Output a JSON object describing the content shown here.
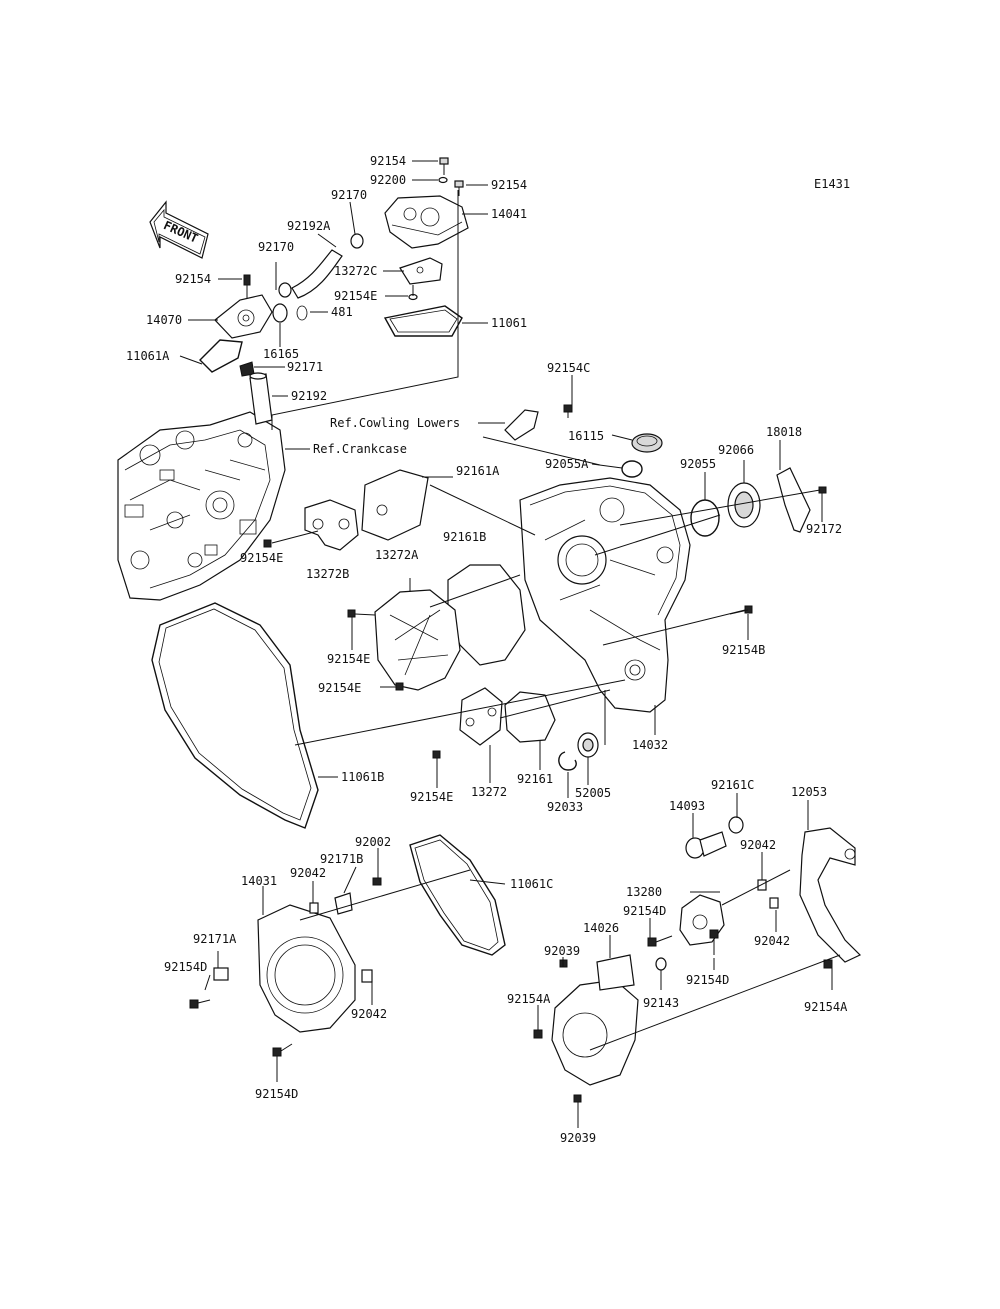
{
  "diagram_code": "E1431",
  "front_label": "FRONT",
  "labels": {
    "p92154_top": "92154",
    "p92200": "92200",
    "p92154_b": "92154",
    "p92170_a": "92170",
    "p14041": "14041",
    "p92192A": "92192A",
    "p92170_b": "92170",
    "p13272C": "13272C",
    "p92154_l": "92154",
    "p92154E_a": "92154E",
    "p14070": "14070",
    "p481": "481",
    "p11061": "11061",
    "p11061A": "11061A",
    "p16165": "16165",
    "p92171": "92171",
    "p92192": "92192",
    "p92154C": "92154C",
    "ref_cowling": "Ref.Cowling Lowers",
    "p16115": "16115",
    "ref_crankcase": "Ref.Crankcase",
    "p18018": "18018",
    "p92066": "92066",
    "p92055": "92055",
    "p92055A": "92055A",
    "p92161A": "92161A",
    "p92172": "92172",
    "p92161B": "92161B",
    "p13272A": "13272A",
    "p92154E_b": "92154E",
    "p13272B": "13272B",
    "p92154E_c": "92154E",
    "p92154B": "92154B",
    "p92154E_d": "92154E",
    "p14032": "14032",
    "p11061B": "11061B",
    "p92154E_e": "92154E",
    "p13272": "13272",
    "p92161": "92161",
    "p52005": "52005",
    "p92033": "92033",
    "p92161C": "92161C",
    "p14093": "14093",
    "p12053": "12053",
    "p92002": "92002",
    "p92171B": "92171B",
    "p92042_a": "92042",
    "p14031": "14031",
    "p11061C": "11061C",
    "p92042_b": "92042",
    "p13280": "13280",
    "p92154D_a": "92154D",
    "p92042_c": "92042",
    "p92171A": "92171A",
    "p14026": "14026",
    "p92039_a": "92039",
    "p92154D_b": "92154D",
    "p92154D_c": "92154D",
    "p92143": "92143",
    "p92042_d": "92042",
    "p92154A_a": "92154A",
    "p92154A_b": "92154A",
    "p92154D_d": "92154D",
    "p92039_b": "92039"
  }
}
